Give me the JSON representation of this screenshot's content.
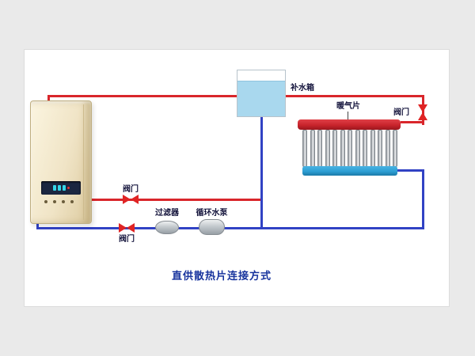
{
  "diagram": {
    "title": "直供散热片连接方式",
    "labels": {
      "valve_top_right": "阀门",
      "valve_mid": "阀门",
      "valve_bottom": "阀门",
      "filter": "过滤器",
      "pump": "循环水泵",
      "tank": "补水箱",
      "radiator": "暖气片"
    },
    "colors": {
      "supply_pipe": "#d9262b",
      "return_pipe": "#3142c4",
      "radiator_top_bar": "#c8242c",
      "radiator_bottom_bar": "#2d9fd4",
      "tank_water": "#a9d8ee",
      "valve": "#e02424",
      "title_text": "#17339d",
      "label_text": "#14143c"
    }
  }
}
